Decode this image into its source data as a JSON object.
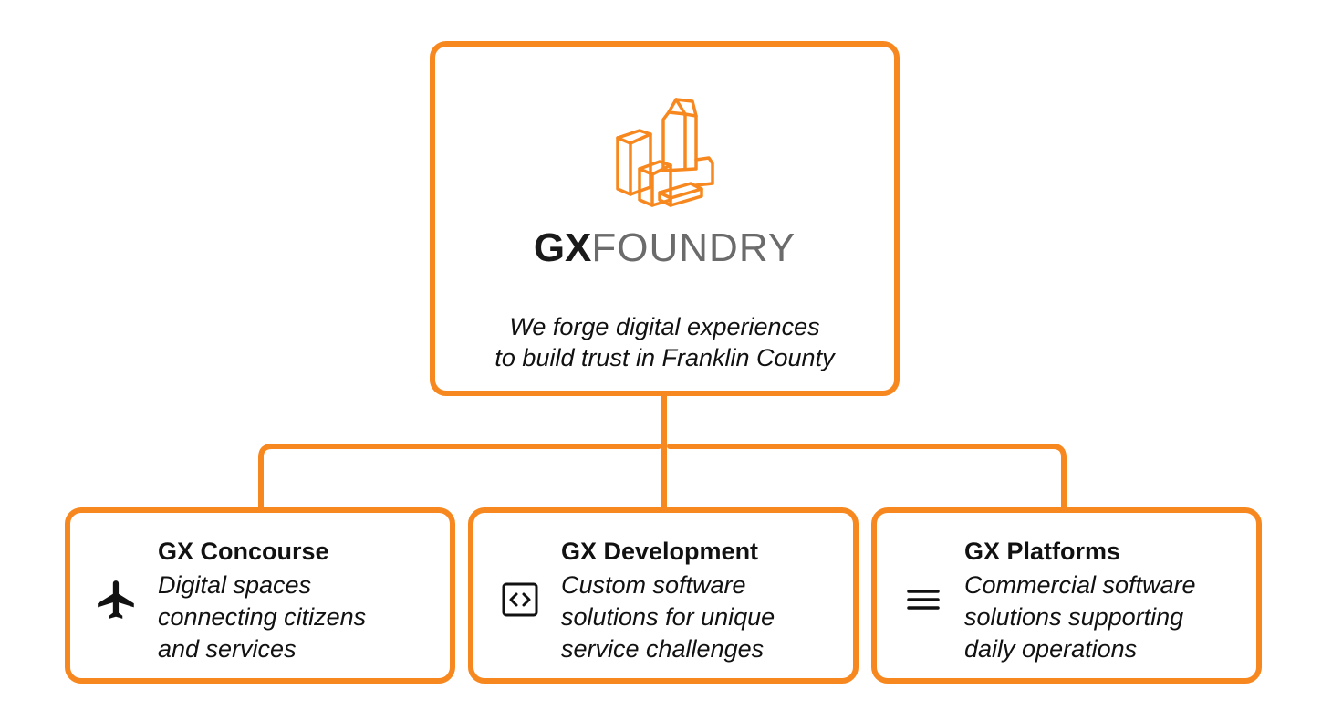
{
  "colors": {
    "accent": "#F7881F",
    "text": "#111111",
    "wordmark_bold": "#1a1a1a",
    "wordmark_light": "#6b6b6b"
  },
  "header": {
    "logo_icon": "buildings-icon",
    "wordmark_bold": "GX",
    "wordmark_light": "FOUNDRY",
    "tagline_line1": "We forge digital experiences",
    "tagline_line2": "to build trust in Franklin County"
  },
  "services": [
    {
      "icon": "airplane-icon",
      "title": "GX Concourse",
      "desc_line1": "Digital spaces",
      "desc_line2": "connecting citizens",
      "desc_line3": "and services"
    },
    {
      "icon": "code-icon",
      "title": "GX Development",
      "desc_line1": "Custom software",
      "desc_line2": "solutions for unique",
      "desc_line3": "service challenges"
    },
    {
      "icon": "menu-icon",
      "title": "GX Platforms",
      "desc_line1": "Commercial software",
      "desc_line2": "solutions supporting",
      "desc_line3": "daily operations"
    }
  ]
}
